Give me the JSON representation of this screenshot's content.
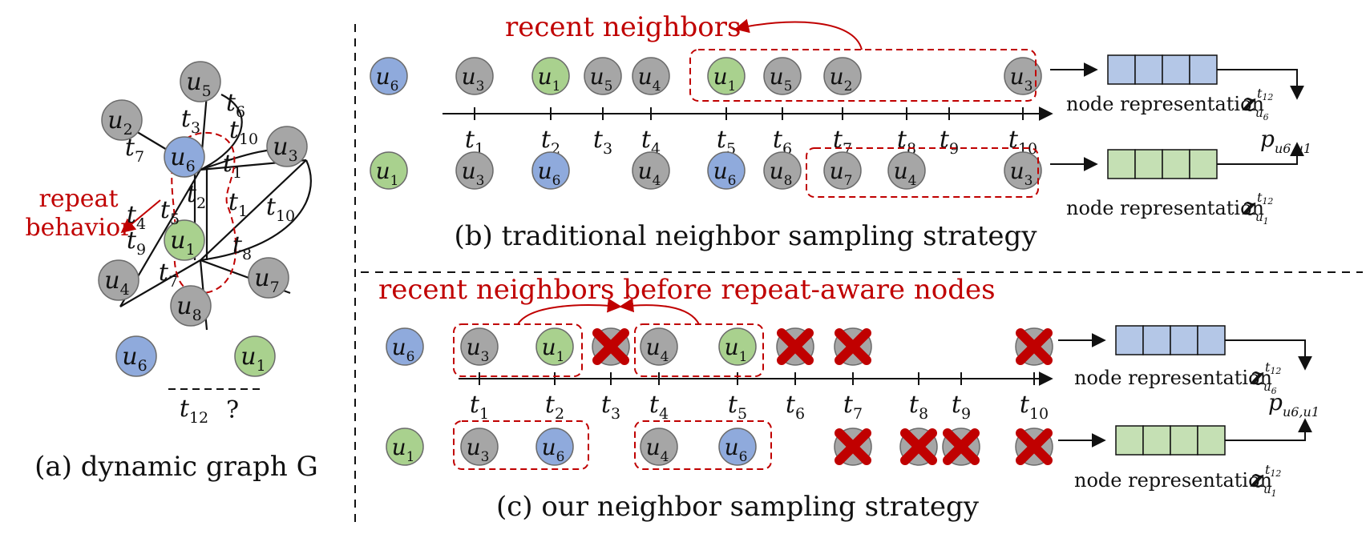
{
  "colors": {
    "node_gray": "#a6a6a6",
    "node_green": "#a9d18e",
    "node_blue": "#8faadc",
    "accent_red": "#c00000",
    "emb_blue": "#b4c7e7",
    "emb_green": "#c5e0b4"
  },
  "panel_a": {
    "repeat_label": [
      "repeat",
      "behavior"
    ],
    "query_time": "t",
    "query_time_sub": "12",
    "query_mark": "?",
    "caption": "(a)  dynamic graph G",
    "nodes": [
      {
        "id": "u5",
        "base": "u",
        "sub": "5",
        "color": "gray"
      },
      {
        "id": "u2",
        "base": "u",
        "sub": "2",
        "color": "gray"
      },
      {
        "id": "u6",
        "base": "u",
        "sub": "6",
        "color": "blue"
      },
      {
        "id": "u3",
        "base": "u",
        "sub": "3",
        "color": "gray"
      },
      {
        "id": "u1",
        "base": "u",
        "sub": "1",
        "color": "green"
      },
      {
        "id": "u4",
        "base": "u",
        "sub": "4",
        "color": "gray"
      },
      {
        "id": "u7",
        "base": "u",
        "sub": "7",
        "color": "gray"
      },
      {
        "id": "u8",
        "base": "u",
        "sub": "8",
        "color": "gray"
      },
      {
        "id": "q6",
        "base": "u",
        "sub": "6",
        "color": "blue"
      },
      {
        "id": "q1",
        "base": "u",
        "sub": "1",
        "color": "green"
      }
    ],
    "edge_labels": [
      {
        "id": "t3",
        "sub": "3"
      },
      {
        "id": "t6",
        "sub": "6"
      },
      {
        "id": "t10a",
        "sub": "10"
      },
      {
        "id": "t7a",
        "sub": "7"
      },
      {
        "id": "t1a",
        "sub": "1"
      },
      {
        "id": "t2",
        "sub": "2"
      },
      {
        "id": "t1b",
        "sub": "1"
      },
      {
        "id": "t10b",
        "sub": "10"
      },
      {
        "id": "t5",
        "sub": "5"
      },
      {
        "id": "t4",
        "sub": "4"
      },
      {
        "id": "t9",
        "sub": "9"
      },
      {
        "id": "t8",
        "sub": "8"
      },
      {
        "id": "t7b",
        "sub": "7"
      }
    ]
  },
  "panel_b": {
    "caption": "(b) traditional neighbor sampling strategy",
    "annotation": "recent neighbors",
    "ticks": [
      "1",
      "2",
      "3",
      "4",
      "5",
      "6",
      "7",
      "8",
      "9",
      "10"
    ],
    "row_u6": {
      "query": {
        "sub": "6",
        "color": "blue"
      },
      "neighbors": [
        {
          "tick": 1,
          "sub": "3",
          "color": "gray"
        },
        {
          "tick": 2,
          "sub": "1",
          "color": "green"
        },
        {
          "tick": 3,
          "sub": "5",
          "color": "gray"
        },
        {
          "tick": 4,
          "sub": "4",
          "color": "gray"
        },
        {
          "tick": 5,
          "sub": "1",
          "color": "green"
        },
        {
          "tick": 6,
          "sub": "5",
          "color": "gray"
        },
        {
          "tick": 7,
          "sub": "2",
          "color": "gray"
        },
        {
          "tick": 10,
          "sub": "3",
          "color": "gray"
        }
      ]
    },
    "row_u1": {
      "query": {
        "sub": "1",
        "color": "green"
      },
      "neighbors": [
        {
          "tick": 1,
          "sub": "3",
          "color": "gray"
        },
        {
          "tick": 2,
          "sub": "6",
          "color": "blue"
        },
        {
          "tick": 4,
          "sub": "4",
          "color": "gray"
        },
        {
          "tick": 5,
          "sub": "6",
          "color": "blue"
        },
        {
          "tick": 6,
          "sub": "8",
          "color": "gray"
        },
        {
          "tick": 7,
          "sub": "7",
          "color": "gray"
        },
        {
          "tick": 8,
          "sub": "4",
          "color": "gray"
        },
        {
          "tick": 10,
          "sub": "3",
          "color": "gray"
        }
      ]
    },
    "node_repr_label": "node representation",
    "embedding_sup": "12",
    "prob_sub": [
      "6",
      "1"
    ]
  },
  "panel_c": {
    "caption": "(c) our neighbor sampling strategy",
    "annotation": "recent neighbors before repeat-aware nodes",
    "ticks": [
      "1",
      "2",
      "3",
      "4",
      "5",
      "6",
      "7",
      "8",
      "9",
      "10"
    ],
    "row_u6": {
      "query": {
        "sub": "6",
        "color": "blue"
      },
      "neighbors": [
        {
          "tick": 1,
          "sub": "3",
          "color": "gray",
          "crossed": false
        },
        {
          "tick": 2,
          "sub": "1",
          "color": "green",
          "crossed": false
        },
        {
          "tick": 3,
          "sub": "",
          "color": "gray",
          "crossed": true
        },
        {
          "tick": 4,
          "sub": "4",
          "color": "gray",
          "crossed": false
        },
        {
          "tick": 5,
          "sub": "1",
          "color": "green",
          "crossed": false
        },
        {
          "tick": 6,
          "sub": "",
          "color": "gray",
          "crossed": true
        },
        {
          "tick": 7,
          "sub": "",
          "color": "gray",
          "crossed": true
        },
        {
          "tick": 10,
          "sub": "",
          "color": "gray",
          "crossed": true
        }
      ]
    },
    "row_u1": {
      "query": {
        "sub": "1",
        "color": "green"
      },
      "neighbors": [
        {
          "tick": 1,
          "sub": "3",
          "color": "gray",
          "crossed": false
        },
        {
          "tick": 2,
          "sub": "6",
          "color": "blue",
          "crossed": false
        },
        {
          "tick": 4,
          "sub": "4",
          "color": "gray",
          "crossed": false
        },
        {
          "tick": 5,
          "sub": "6",
          "color": "blue",
          "crossed": false
        },
        {
          "tick": 7,
          "sub": "",
          "color": "gray",
          "crossed": true
        },
        {
          "tick": 8,
          "sub": "",
          "color": "gray",
          "crossed": true
        },
        {
          "tick": 9,
          "sub": "",
          "color": "gray",
          "crossed": true
        },
        {
          "tick": 10,
          "sub": "",
          "color": "gray",
          "crossed": true
        }
      ]
    },
    "node_repr_label": "node representation",
    "embedding_sup": "12",
    "prob_sub": [
      "6",
      "1"
    ]
  }
}
